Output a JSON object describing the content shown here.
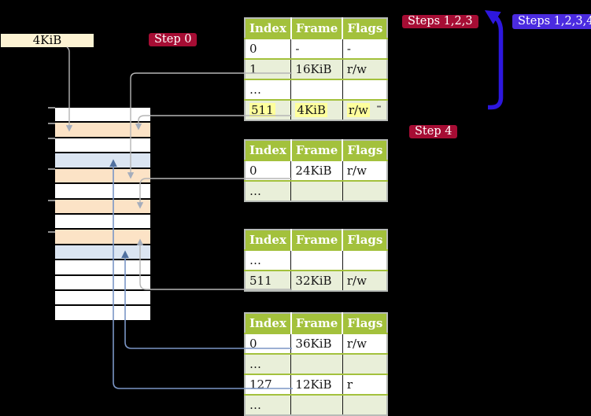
{
  "diagram": {
    "legend_label": "4KiB",
    "badges": {
      "step0": "Step 0",
      "steps123": "Steps 1,2,3",
      "steps1234": "Steps 1,2,3,4",
      "step4": "Step 4"
    },
    "tables": [
      {
        "headers": [
          "Index",
          "Frame",
          "Flags"
        ],
        "rows": [
          [
            "0",
            "-",
            "-"
          ],
          [
            "1",
            "16KiB",
            "r/w"
          ],
          [
            "…",
            "",
            ""
          ],
          [
            "511",
            "4KiB",
            "r/w"
          ]
        ],
        "highlighted_row": 3
      },
      {
        "headers": [
          "Index",
          "Frame",
          "Flags"
        ],
        "rows": [
          [
            "0",
            "24KiB",
            "r/w"
          ],
          [
            "…",
            "",
            ""
          ]
        ]
      },
      {
        "headers": [
          "Index",
          "Frame",
          "Flags"
        ],
        "rows": [
          [
            "…",
            "",
            ""
          ],
          [
            "511",
            "32KiB",
            "r/w"
          ]
        ]
      },
      {
        "headers": [
          "Index",
          "Frame",
          "Flags"
        ],
        "rows": [
          [
            "0",
            "36KiB",
            "r/w"
          ],
          [
            "…",
            "",
            ""
          ],
          [
            "127",
            "12KiB",
            "r"
          ],
          [
            "…",
            "",
            ""
          ]
        ]
      }
    ],
    "memory": {
      "row_types": [
        "empty",
        "page-table",
        "empty",
        "mapped-page",
        "page-table",
        "empty",
        "page-table",
        "empty",
        "page-table",
        "mapped-page",
        "empty",
        "empty",
        "empty",
        "empty"
      ]
    },
    "colors": {
      "background": "#000000",
      "badge_red": "#a60d34",
      "badge_blue": "#4b2be0",
      "table_header_green": "#a3c13c",
      "table_row_green": "#e9efd9",
      "highlight_yellow": "#feff9c",
      "legend_cream": "#fdf3d3",
      "memory_page_table_peach": "#fce3c6",
      "memory_mapped_page_blue": "#dbe5f2",
      "connector_gray": "#b5b5b5",
      "connector_blue": "#7b96c6",
      "loop_arrow_blue": "#2d17de"
    }
  }
}
